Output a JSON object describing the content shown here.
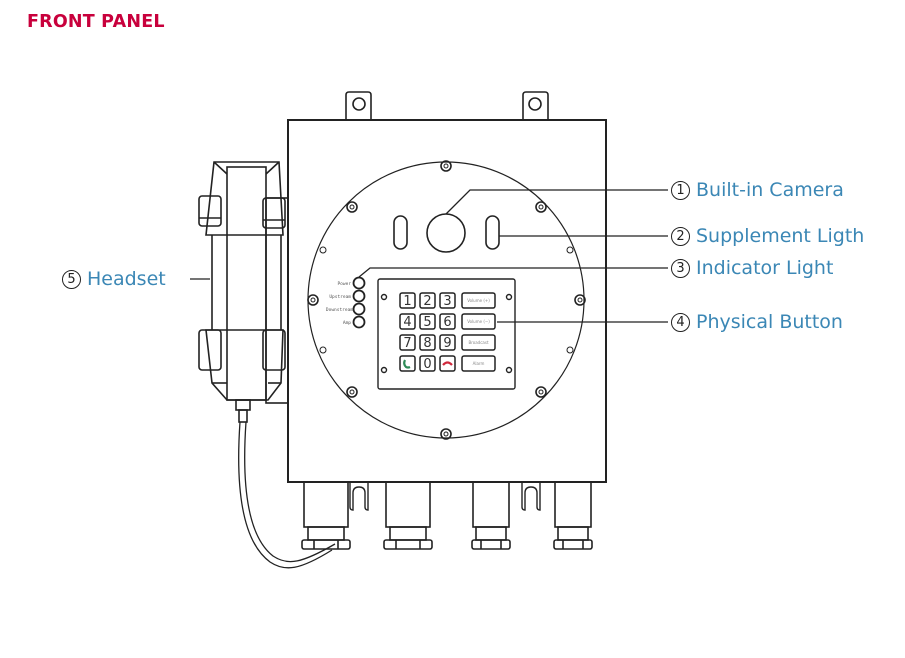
{
  "title": "FRONT PANEL",
  "colors": {
    "title": "#c8003c",
    "label": "#3b87b5",
    "line": "#222222",
    "call_green": "#2e8b57",
    "hangup_red": "#d0283c"
  },
  "callouts": [
    {
      "num": "1",
      "label": "Built-in Camera"
    },
    {
      "num": "2",
      "label": "Supplement Ligth"
    },
    {
      "num": "3",
      "label": "Indicator Light"
    },
    {
      "num": "4",
      "label": "Physical Button"
    },
    {
      "num": "5",
      "label": "Headset"
    }
  ],
  "indicators": [
    "Power",
    "Upstream",
    "Downstream",
    "Amp"
  ],
  "keypad": {
    "keys": [
      "1",
      "2",
      "3",
      "4",
      "5",
      "6",
      "7",
      "8",
      "9",
      "call-icon",
      "0",
      "hangup-icon"
    ],
    "side_buttons": [
      "Volume (+)",
      "Volume (−)",
      "Broadcast",
      "Alarm"
    ]
  }
}
